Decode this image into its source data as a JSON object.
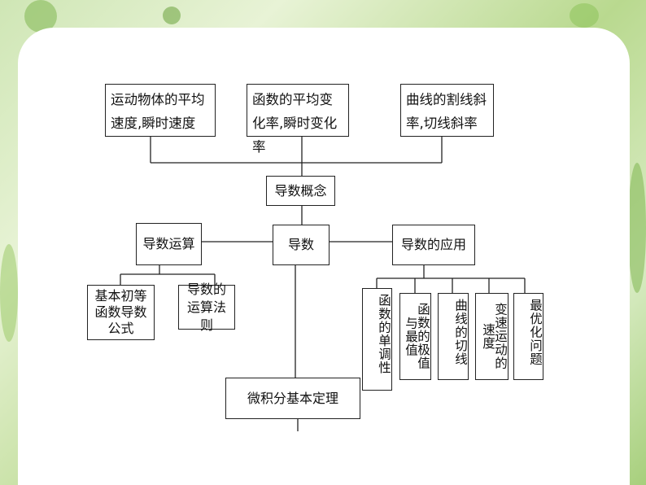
{
  "nodes": {
    "motion_speed": "运动物体的平均速度,瞬时速度",
    "function_rate": "函数的平均变化率,瞬时变化率",
    "curve_slope": "曲线的割线斜率,切线斜率",
    "concept": "导数概念",
    "derivative": "导数",
    "operations": "导数运算",
    "application": "导数的应用",
    "basic_formulas": "基本初等函数导数公式",
    "operation_rules": "导数的运算法则",
    "monotonicity": "函数的单调性",
    "extremum": "函数的极值与最值",
    "tangent": "曲线的切线",
    "variable_motion": "变速运动的速度",
    "optimization": "最优化问题",
    "calculus_theorem": "微积分基本定理"
  }
}
